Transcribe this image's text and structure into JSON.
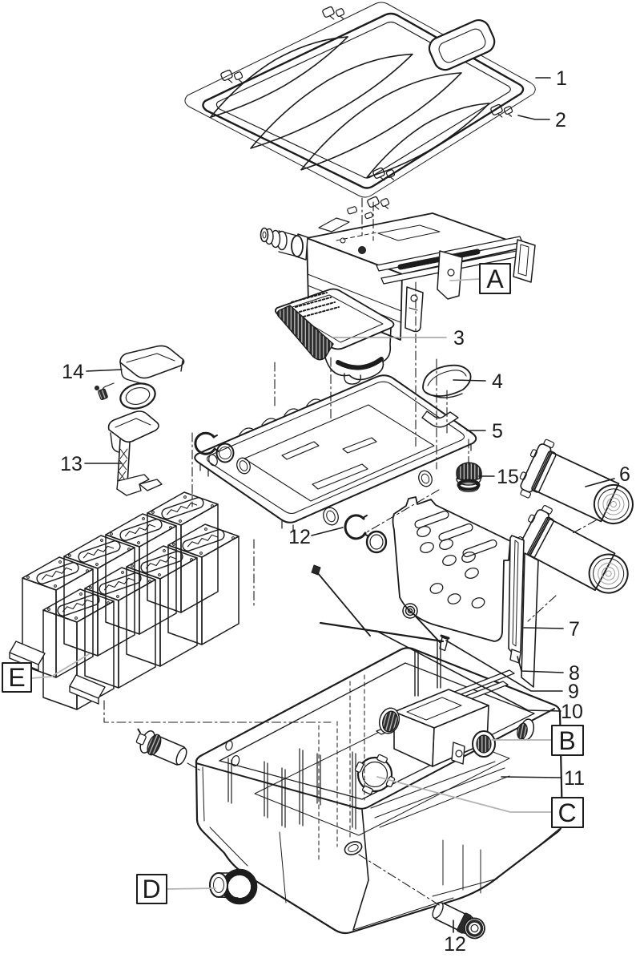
{
  "diagram": {
    "type": "exploded-parts-diagram",
    "colors": {
      "line": "#1c1c1c",
      "leader": "#b4b4b4",
      "leader_mid": "#9e9e9e",
      "highlight": "#d9d9d9"
    },
    "callouts": {
      "n1": "1",
      "n2": "2",
      "n3": "3",
      "n4": "4",
      "n5": "5",
      "n6": "6",
      "n7": "7",
      "n8": "8",
      "n9": "9",
      "n10": "10",
      "n11": "11",
      "n12_mid": "12",
      "n12_bottom": "12",
      "n13": "13",
      "n14": "14",
      "n15": "15",
      "A": "A",
      "B": "B",
      "C": "C",
      "D": "D",
      "E": "E"
    }
  }
}
